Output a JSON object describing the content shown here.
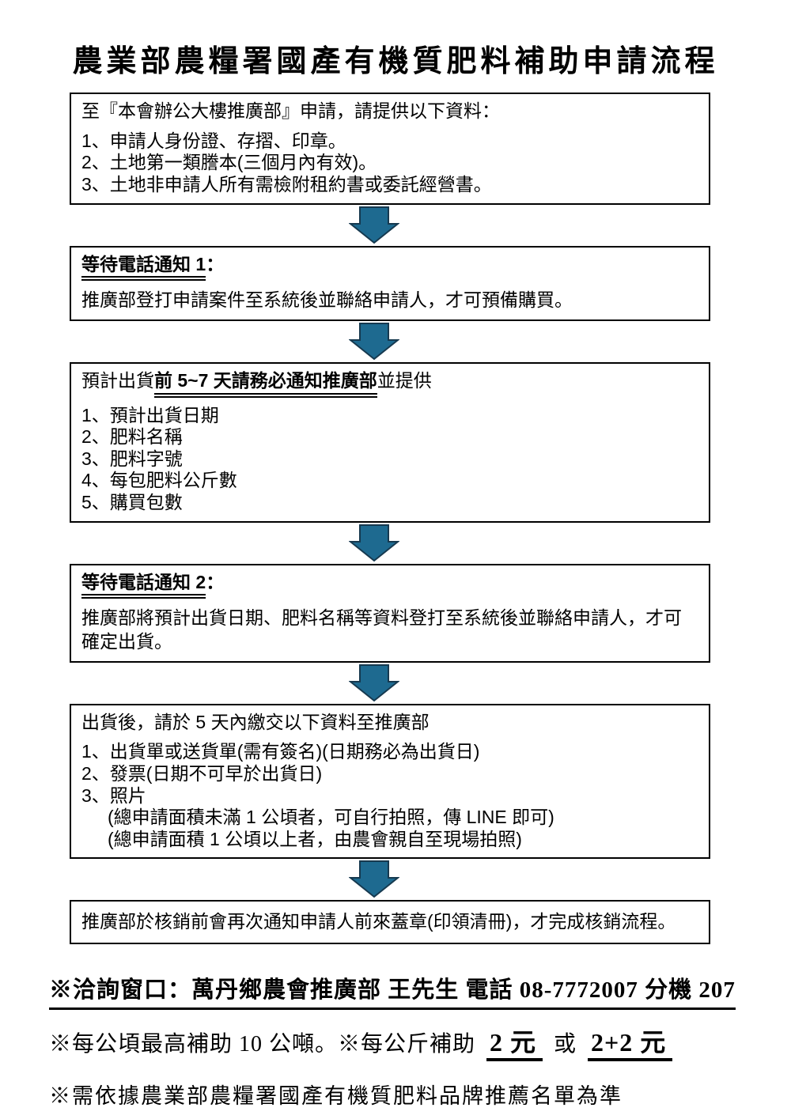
{
  "page": {
    "title": "農業部農糧署國產有機質肥料補助申請流程"
  },
  "colors": {
    "arrow_fill": "#1E6A90",
    "arrow_stroke": "#16394F",
    "box_border": "#000000",
    "text": "#000000",
    "background": "#ffffff"
  },
  "icons": {
    "flow_connector": "down-arrow-icon"
  },
  "flow": {
    "box1": {
      "intro": "至『本會辦公大樓推廣部』申請，請提供以下資料：",
      "items": [
        "1、申請人身份證、存摺、印章。",
        "2、土地第一類謄本(三個月內有效)。",
        "3、土地非申請人所有需檢附租約書或委託經營書。"
      ]
    },
    "box2": {
      "heading": "等待電話通知 1",
      "heading_colon": "：",
      "body": "推廣部登打申請案件至系統後並聯絡申請人，才可預備購買。"
    },
    "box3": {
      "heading_prefix": "預計出貨",
      "heading_emphasis": "前 5~7 天請務必通知推廣部",
      "heading_suffix": "並提供",
      "items": [
        "1、預計出貨日期",
        "2、肥料名稱",
        "3、肥料字號",
        "4、每包肥料公斤數",
        "5、購買包數"
      ]
    },
    "box4": {
      "heading": "等待電話通知 2",
      "heading_colon": "：",
      "body": "推廣部將預計出貨日期、肥料名稱等資料登打至系統後並聯絡申請人，才可確定出貨。"
    },
    "box5": {
      "intro": "出貨後，請於 5 天內繳交以下資料至推廣部",
      "items": [
        "1、出貨單或送貨單(需有簽名)(日期務必為出貨日)",
        "2、發票(日期不可早於出貨日)",
        "3、照片"
      ],
      "subitems": [
        "(總申請面積未滿 1 公頃者，可自行拍照，傳 LINE 即可)",
        "(總申請面積 1 公頃以上者，由農會親自至現場拍照)"
      ]
    },
    "box6": {
      "body": "推廣部於核銷前會再次通知申請人前來蓋章(印領清冊)，才完成核銷流程。"
    }
  },
  "footer": {
    "line1": "※洽詢窗口：萬丹鄉農會推廣部  王先生  電話 08-7772007 分機 207",
    "line2_prefix": "※每公頃最高補助 10 公噸。※每公斤補助",
    "line2_em1": "2 元",
    "line2_mid": "或",
    "line2_em2": "2+2 元",
    "line3": "※需依據農業部農糧署國產有機質肥料品牌推薦名單為準"
  }
}
